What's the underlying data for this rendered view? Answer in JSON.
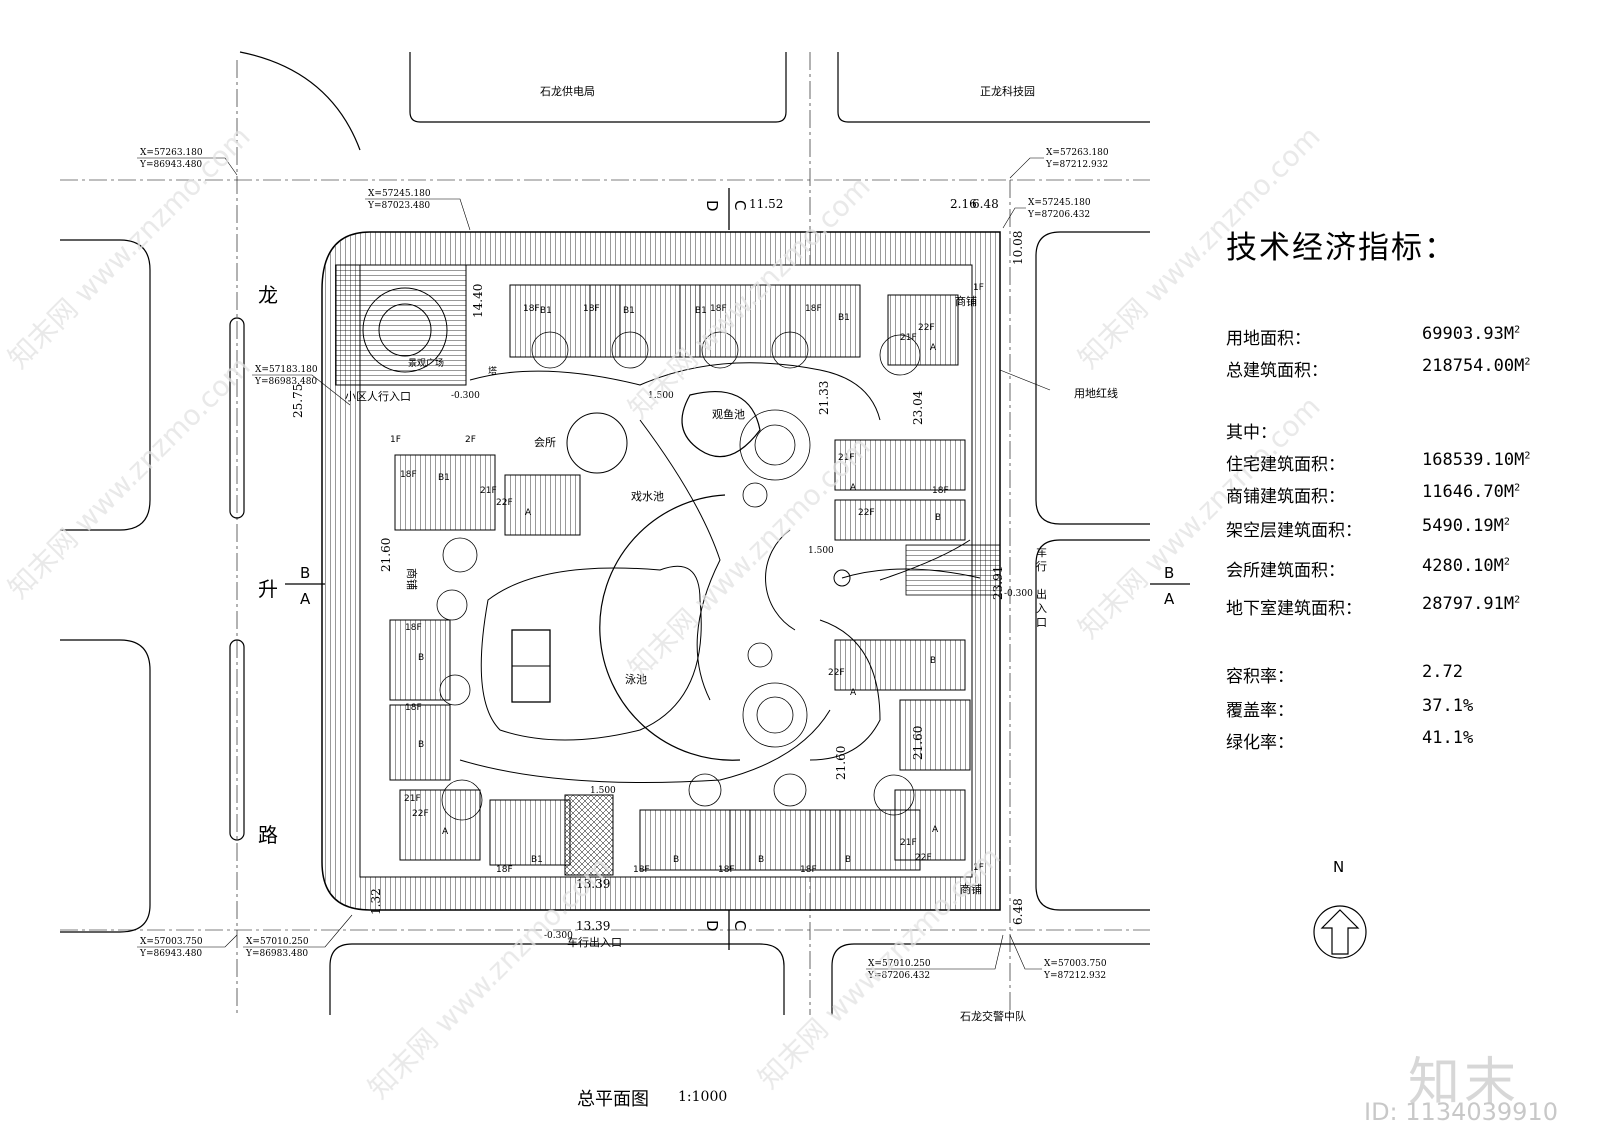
{
  "plan": {
    "title": "总平面图",
    "scale": "1:1000",
    "roads": {
      "west_road_chars": [
        "龙",
        "升",
        "路"
      ]
    },
    "neighbors": {
      "top_left": "石龙供电局",
      "top_right": "正龙科技园",
      "bottom_right": "石龙交警中队"
    },
    "coordinates": [
      {
        "x": "X=57263.180",
        "y": "Y=86943.480"
      },
      {
        "x": "X=57263.180",
        "y": "Y=87212.932"
      },
      {
        "x": "X=57245.180",
        "y": "Y=87023.480"
      },
      {
        "x": "X=57245.180",
        "y": "Y=87206.432"
      },
      {
        "x": "X=57183.180",
        "y": "Y=86983.480"
      },
      {
        "x": "X=57003.750",
        "y": "Y=86943.480"
      },
      {
        "x": "X=57010.250",
        "y": "Y=86983.480"
      },
      {
        "x": "X=57010.250",
        "y": "Y=87206.432"
      },
      {
        "x": "X=57003.750",
        "y": "Y=87212.932"
      }
    ],
    "dimensions": {
      "d1152": "11.52",
      "d216": "2.16",
      "d648": "6.48",
      "d1008": "10.08",
      "d1440": "14.40",
      "d2133": "21.33",
      "d2304": "23.04",
      "d2160a": "21.60",
      "d2160b": "21.60",
      "d2160c": "21.60",
      "d2391": "23.91",
      "d2575": "25.75",
      "d1339a": "13.39",
      "d1339b": "13.39",
      "d132": "1.32",
      "d648b": "6.48",
      "lev1500a": "1.500",
      "lev1500b": "1.500",
      "lev1500c": "1.500",
      "lev0300a": "-0.300",
      "lev0300b": "-0.300",
      "lev0300c": "-0.300"
    },
    "sections": {
      "B": "B",
      "A": "A",
      "C": "C",
      "D": "D"
    },
    "labels": {
      "red_line": "用地红线",
      "ped_entry": "小区人行入口",
      "plaza": "景观广场",
      "clubhouse": "会所",
      "fish_pond": "观鱼池",
      "play_pool": "戏水池",
      "swim_pool": "泳池",
      "shop": "商铺",
      "vehicle_io_south": "车行出入口",
      "vehicle_io_east": [
        "车",
        "行",
        "出",
        "入",
        "口"
      ],
      "tower": "塔",
      "floors": {
        "f18": "18F",
        "f21": "21F",
        "f22": "22F",
        "f1": "1F",
        "f2": "2F"
      },
      "types": {
        "A": "A",
        "B": "B",
        "B1": "B1"
      }
    },
    "north": "N"
  },
  "tech": {
    "title": "技术经济指标：",
    "rows": [
      {
        "k": "用地面积：",
        "v": "69903.93M",
        "sup": "2"
      },
      {
        "k": "总建筑面积：",
        "v": "218754.00M",
        "sup": "2"
      },
      {
        "k": "其中：",
        "v": "",
        "sup": ""
      },
      {
        "k": "住宅建筑面积：",
        "v": "168539.10M",
        "sup": "2"
      },
      {
        "k": "商铺建筑面积：",
        "v": "11646.70M",
        "sup": "2"
      },
      {
        "k": "架空层建筑面积：",
        "v": "5490.19M",
        "sup": "2"
      },
      {
        "k": "会所建筑面积：",
        "v": "4280.10M",
        "sup": "2"
      },
      {
        "k": "地下室建筑面积：",
        "v": "28797.91M",
        "sup": "2"
      },
      {
        "k": "容积率：",
        "v": "2.72",
        "sup": ""
      },
      {
        "k": "覆盖率：",
        "v": "37.1%",
        "sup": ""
      },
      {
        "k": "绿化率：",
        "v": "41.1%",
        "sup": ""
      }
    ]
  },
  "watermark": {
    "logo": "知末",
    "id": "ID: 1134039910"
  }
}
